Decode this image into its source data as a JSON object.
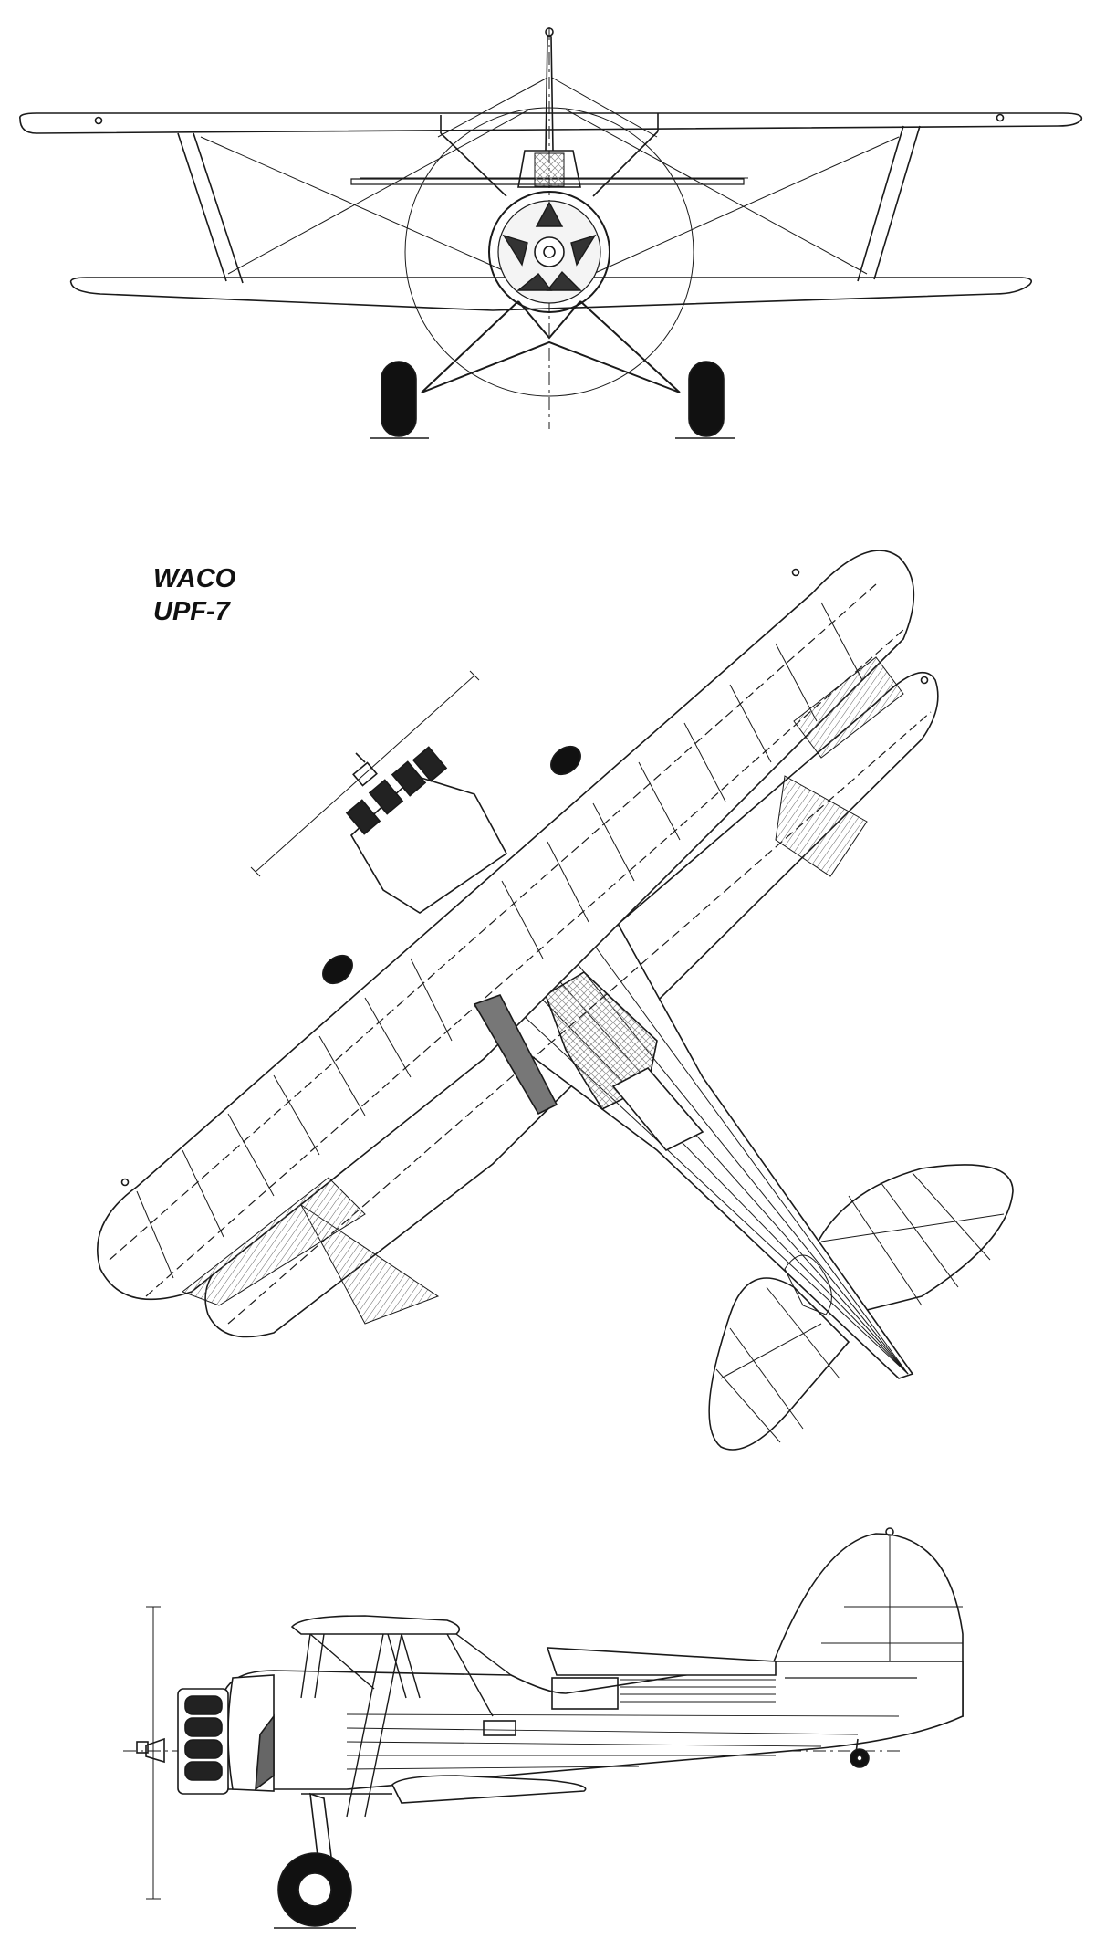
{
  "drawing": {
    "title_line1": "WACO",
    "title_line2": "UPF-7",
    "views": [
      "front-view",
      "top-view",
      "side-view"
    ],
    "line_color": "#1a1a1a",
    "background": "#ffffff",
    "hatch_color": "#555555"
  }
}
